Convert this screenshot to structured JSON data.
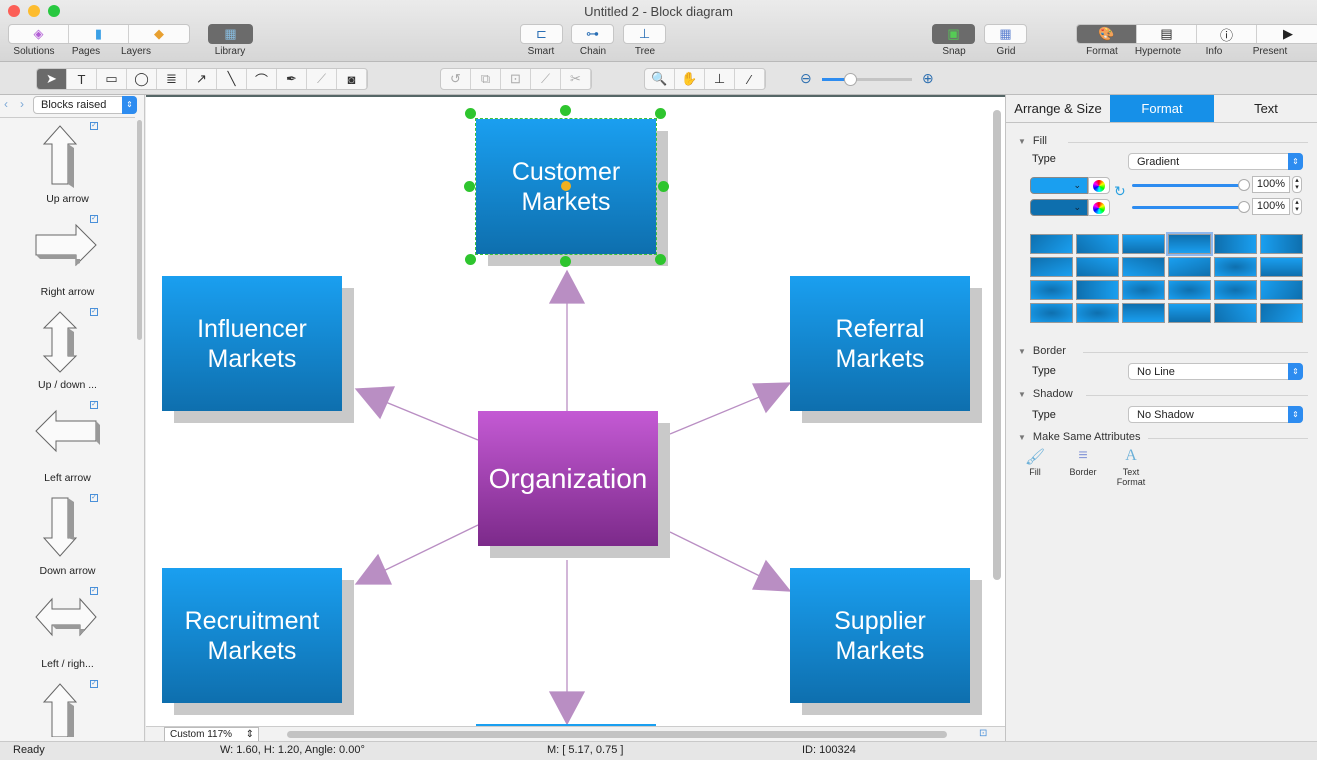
{
  "window": {
    "title": "Untitled 2 - Block diagram"
  },
  "toolbar": {
    "solutions": "Solutions",
    "pages": "Pages",
    "layers": "Layers",
    "library": "Library",
    "smart": "Smart",
    "chain": "Chain",
    "tree": "Tree",
    "snap": "Snap",
    "grid": "Grid",
    "format": "Format",
    "hypernote": "Hypernote",
    "info": "Info",
    "present": "Present"
  },
  "library": {
    "selected": "Blocks raised",
    "items": [
      {
        "label": "Up arrow"
      },
      {
        "label": "Right arrow"
      },
      {
        "label": "Up / down ..."
      },
      {
        "label": "Left arrow"
      },
      {
        "label": "Down arrow"
      },
      {
        "label": "Left / righ..."
      },
      {
        "label": ""
      }
    ]
  },
  "diagram": {
    "center": "Organization",
    "blocks": {
      "top": "Customer Markets",
      "top_l1": "Customer",
      "top_l2": "Markets",
      "ul1": "Influencer",
      "ul2": "Markets",
      "ur1": "Referral",
      "ur2": "Markets",
      "ll1": "Recruitment",
      "ll2": "Markets",
      "lr1": "Supplier",
      "lr2": "Markets"
    },
    "colors": {
      "block": "#1a9ff0",
      "center": "#c45ad4",
      "arrow": "#b98ec3"
    }
  },
  "zoom": {
    "level": "Custom 117%"
  },
  "status": {
    "state": "Ready",
    "size": "W: 1.60,  H: 1.20,  Angle: 0.00°",
    "mouse": "M: [ 5.17, 0.75 ]",
    "id": "ID: 100324"
  },
  "panel": {
    "tabs": [
      "Arrange & Size",
      "Format",
      "Text"
    ],
    "fill": {
      "title": "Fill",
      "type_label": "Type",
      "type": "Gradient",
      "color1": "#1a9ff0",
      "color2": "#0e6fae",
      "opacity1": "100%",
      "opacity2": "100%"
    },
    "border": {
      "title": "Border",
      "type_label": "Type",
      "type": "No Line"
    },
    "shadow": {
      "title": "Shadow",
      "type_label": "Type",
      "type": "No Shadow"
    },
    "make_same": {
      "title": "Make Same Attributes",
      "fill": "Fill",
      "border": "Border",
      "text1": "Text",
      "text2": "Format"
    }
  }
}
